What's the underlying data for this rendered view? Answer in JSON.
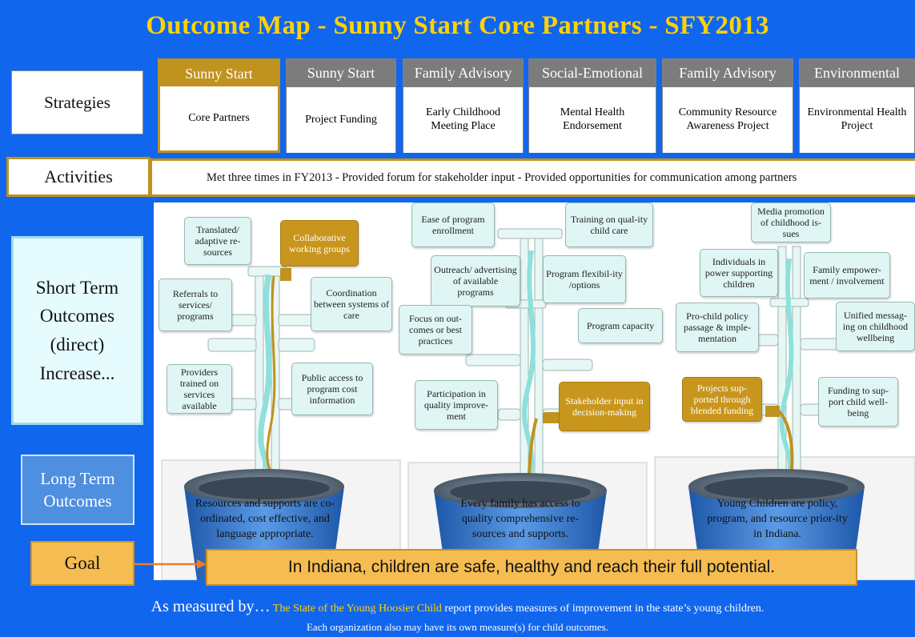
{
  "title": "Outcome Map - Sunny Start Core Partners - SFY2013",
  "row_labels": {
    "strategies": "Strategies",
    "activities": "Activities",
    "short_term": [
      "Short Term",
      "Outcomes",
      "(direct)",
      "Increase..."
    ],
    "long_term": [
      "Long Term",
      "Outcomes"
    ],
    "goal": "Goal"
  },
  "strategies": [
    {
      "header": "Sunny Start",
      "body": "Core Partners",
      "active": true
    },
    {
      "header": "Sunny Start",
      "body": "Project Funding",
      "active": false
    },
    {
      "header": "Family Advisory",
      "body": "Early Childhood Meeting Place",
      "active": false
    },
    {
      "header": "Social-Emotional",
      "body": "Mental Health Endorsement",
      "active": false
    },
    {
      "header": "Family Advisory",
      "body": "Community Resource Awareness Project",
      "active": false
    },
    {
      "header": "Environmental",
      "body": "Environmental Health Project",
      "active": false
    }
  ],
  "activities_text": "Met three times in FY2013 - Provided forum for stakeholder input  - Provided opportunities for communication among partners",
  "short_term_outcomes": {
    "tree1": [
      "Translated/ adaptive re-sources",
      "Collaborative working groups",
      "Referrals to services/ programs",
      "Coordination between systems of care",
      "Providers trained on services available",
      "Public access to program cost information"
    ],
    "tree2": [
      "Ease of program enrollment",
      "Training on qual-ity child care",
      "Outreach/ advertising of available programs",
      "Program flexibil-ity /options",
      "Focus on out-comes or best practices",
      "Program capacity",
      "Participation in quality improve-ment",
      "Stakeholder input in decision-making"
    ],
    "tree3": [
      "Media promotion of childhood is-sues",
      "Individuals in power supporting children",
      "Family empower-ment / involvement",
      "Pro-child policy passage & imple-mentation",
      "Unified messag-ing on childhood wellbeing",
      "Projects sup-ported through blended funding",
      "Funding to sup-port child well-being"
    ]
  },
  "long_term_outcomes": [
    "Resources and supports are co-ordinated, cost effective, and language appropriate.",
    "Every family has access to quality comprehensive re-sources and supports.",
    "Young Children are policy, program, and resource prior-ity in Indiana."
  ],
  "goal_text": "In Indiana, children are safe, healthy and reach their full potential.",
  "measured": {
    "lead": "As measured by…",
    "report": "The State of the Young Hoosier Child",
    "rest": " report provides measures of improvement in the state’s young children.",
    "line2": "Each organization also may have its own measure(s) for child outcomes."
  },
  "colors": {
    "background": "#1166ee",
    "title": "#ffd200",
    "gold": "#c0921e",
    "node_fill": "#dff6f5",
    "goal_fill": "#f5bc52",
    "pot_blue": "#2f6fc4"
  }
}
